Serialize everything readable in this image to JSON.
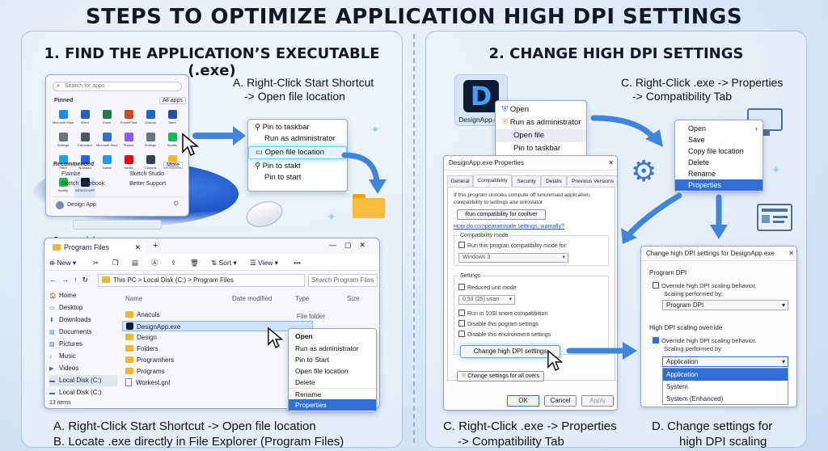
{
  "title": "STEPS TO OPTIMIZE APPLICATION HIGH DPI SETTINGS",
  "left": {
    "heading": "1. FIND THE APPLICATION’S EXECUTABLE (.exe)",
    "note_a": [
      "A. Right-Click Start Shortcut",
      "-> Open file location"
    ],
    "caption": [
      "A. Right-Click Start Shortcut -> Open file location",
      "B. Locate .exe directly in File Explorer (Program Files)"
    ],
    "start": {
      "search": "Search for apps",
      "pinned": "Pinned",
      "all_apps": "All apps",
      "recommended": "Recommended",
      "more": "More",
      "user": "Design App",
      "apps": [
        "Microsoft Edge",
        "Word",
        "Excel",
        "PowerPoint",
        "Outlook",
        "Store",
        "Settings",
        "Calculator",
        "Microsoft Store",
        "Photos",
        "Settings",
        "Spotify",
        "Paint",
        "Notepad",
        "Twitter",
        "Netflix",
        "Camera",
        "File Explorer",
        "Spotify",
        "DESIGN APP"
      ],
      "recent": [
        "Flambe",
        "Sketch Notebook",
        "Sketch Studio",
        "Better Support"
      ]
    },
    "ctx1": [
      "Pin to taskbar",
      "Run as administrator",
      "Open file location",
      "Pin to stakt",
      "Pin to start"
    ],
    "explorer": {
      "tab": "Program Files",
      "new": "New",
      "sort": "Sort",
      "view": "View",
      "path": "This PC  >  Local Disk (C:)  >  Program Files",
      "search": "Search Program Files",
      "cols": [
        "Name",
        "Date modified",
        "Type",
        "Size"
      ],
      "nav": [
        "Home",
        "Desktop",
        "Downloads",
        "Documents",
        "Pictures",
        "Music",
        "Videos",
        "Local Disk (C:)",
        "Local Disk (C:)"
      ],
      "files": [
        "Anaculs",
        "DesignApp.exe",
        "Design",
        "Folders",
        "Programhers",
        "Programs",
        "Workest.gnl"
      ],
      "file_type": "File folder",
      "status": "13 items"
    },
    "ctx2": [
      "Open",
      "Run as administrator",
      "Pin to Start",
      "Open file location",
      "Delete",
      "Rename",
      "Properties"
    ]
  },
  "right": {
    "heading": "2. CHANGE HIGH DPI SETTINGS",
    "note_c": [
      "C. Right-Click .exe -> Properties",
      "-> Compatibility Tab"
    ],
    "caption_c": [
      "C. Right-Click .exe -> Properties",
      "-> Compatibility Tab"
    ],
    "caption_d": [
      "D. Change settings for",
      "high DPI scaling"
    ],
    "app_icon_letter": "D",
    "app_name": "DesignApp.exe",
    "ctx3": [
      "Open",
      "Run as administrator",
      "Open file",
      "Pin to taskbar"
    ],
    "ctx4": [
      "Open",
      "Save",
      "Copy file location",
      "Delete",
      "Rename",
      "Properties"
    ],
    "props": {
      "title": "DesignApp.exe Properties",
      "tabs": [
        "General",
        "Compatibility",
        "Security",
        "Details",
        "Previous Versions"
      ],
      "intro": [
        "If this program onnoiks compute off lunonmsed application,",
        "compatibility to settings ane unlostator."
      ],
      "run_btn": "Run compatibility for coollver",
      "link": "How do compearamivate settings; warnally?",
      "compat_mode": "Compatibility mode",
      "compat_chk": "Run this progran compatibility mode for:",
      "compat_sel": "Windows 3",
      "settings": "Settings",
      "reduced": "Reduced unit mode",
      "reduced_sel": "0.53 (25) usan",
      "chk2": "Run in 10SI snore compatibition",
      "chk3": "Disable this pogram settings",
      "chk4": "Disable this enuironment settings",
      "dpi_btn": "Change high DPI settings",
      "all_users": "Change settings for all overs",
      "ok": "OK",
      "cancel": "Cancel",
      "apply": "Apply"
    },
    "dpi": {
      "title": "Change high DPI settings for DesignApp.exe",
      "program_dpi": "Program DPI",
      "pd_chk": "Override high DPI scaling behavior.",
      "pd_sub": "Scaling performed by:",
      "pd_sel": "Program DPI",
      "override": "High DPI scaling override",
      "ov_chk": "Override high DPI scaling behavior.",
      "ov_sub": "Scaling performed by:",
      "ov_sel": "Application",
      "options": [
        "Application",
        "System",
        "System (Enhanced)"
      ]
    }
  },
  "colors": {
    "accent": "#2f6fd6",
    "arrow": "#3f86d9",
    "glow": "#6ad0ff"
  }
}
